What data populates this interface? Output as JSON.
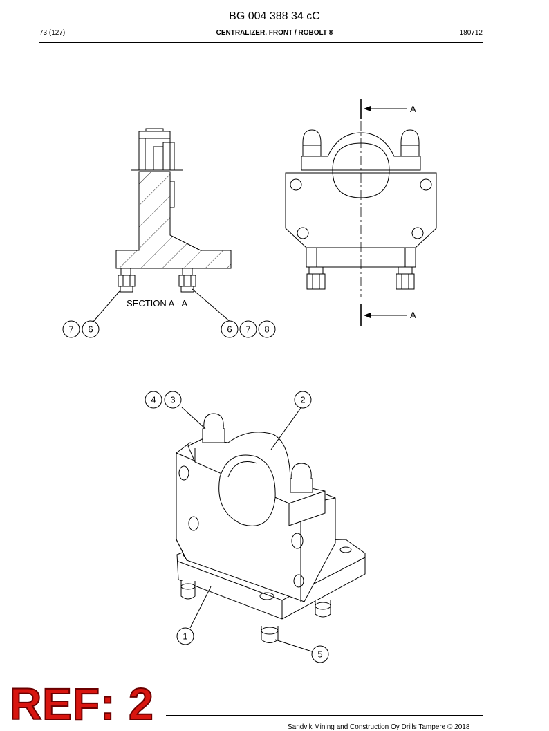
{
  "header": {
    "doc_number": "BG 004 388 34 cC",
    "page": "73 (127)",
    "title": "CENTRALIZER, FRONT / ROBOLT 8",
    "date": "180712"
  },
  "drawing": {
    "section_label": "SECTION A - A",
    "section_marker_top": "A",
    "section_marker_bottom": "A",
    "callouts_section_left": [
      "7",
      "6"
    ],
    "callouts_section_right": [
      "6",
      "7",
      "8"
    ],
    "callouts_iso": {
      "part_4": "4",
      "part_3": "3",
      "part_2": "2",
      "part_1": "1",
      "part_5": "5"
    }
  },
  "stamp": "REF: 2",
  "footer": {
    "copyright": "Sandvik Mining and Construction Oy Drills Tampere © 2018"
  }
}
